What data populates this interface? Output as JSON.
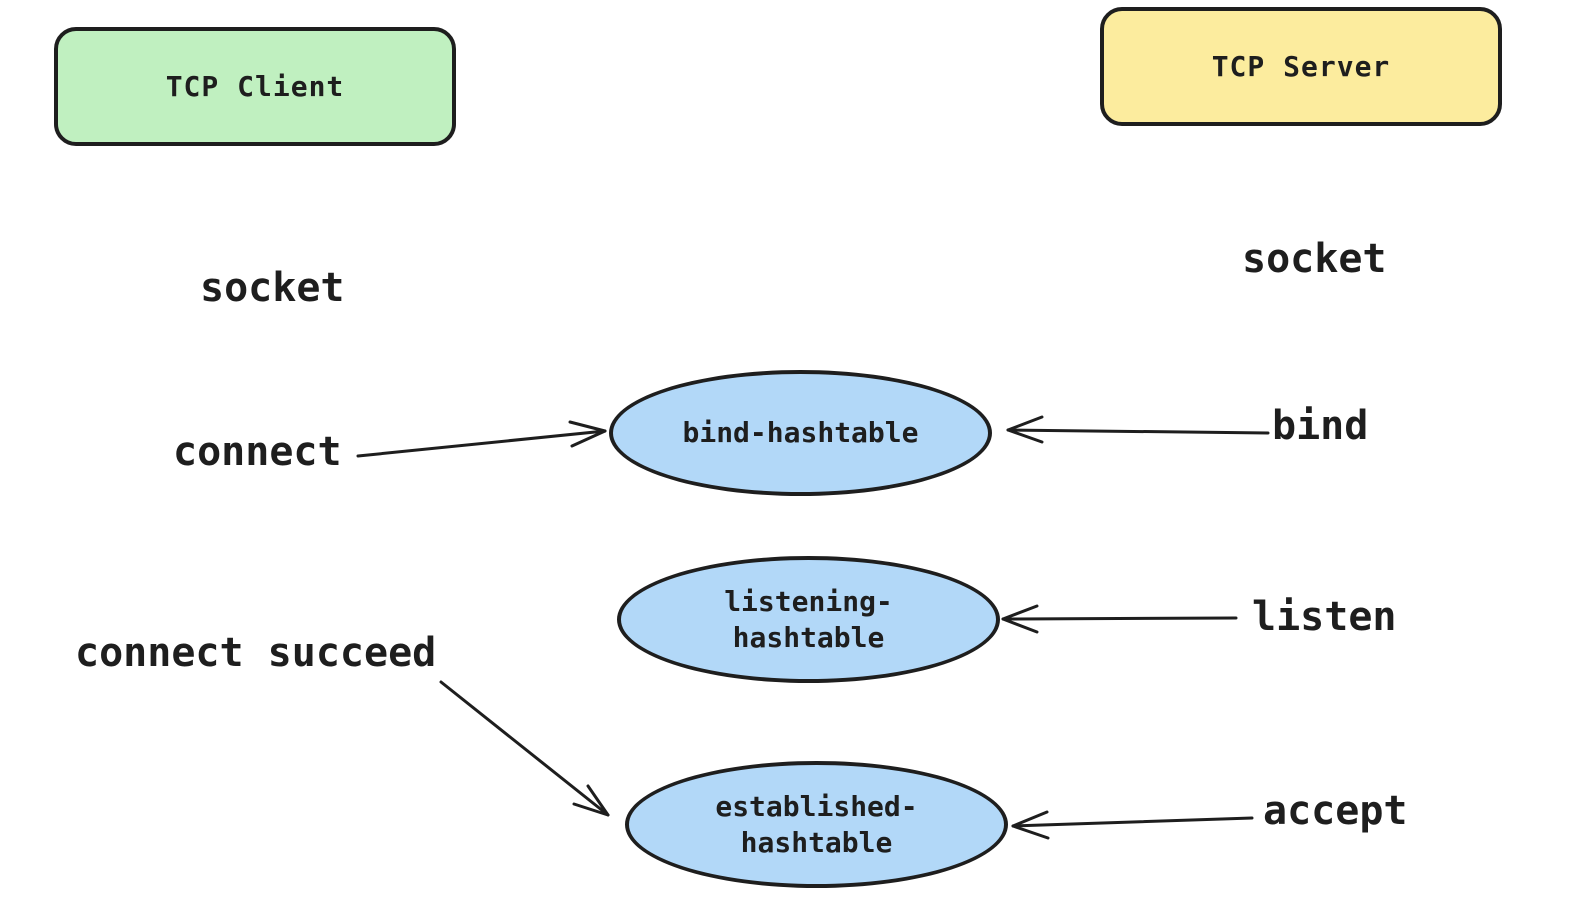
{
  "colors": {
    "client_fill": "#c0f0c0",
    "server_fill": "#fcec9e",
    "hashtable_fill": "#b2d8f8",
    "stroke": "#1e1e1e"
  },
  "client": {
    "title": "TCP Client"
  },
  "server": {
    "title": "TCP Server"
  },
  "client_steps": {
    "socket": "socket",
    "connect": "connect",
    "connect_succeed": "connect succeed"
  },
  "server_steps": {
    "socket": "socket",
    "bind": "bind",
    "listen": "listen",
    "accept": "accept"
  },
  "hashtables": {
    "bind": "bind-hashtable",
    "listening_line1": "listening-",
    "listening_line2": "hashtable",
    "established_line1": "established-",
    "established_line2": "hashtable"
  },
  "edges": [
    {
      "from": "connect",
      "to": "bind-hashtable"
    },
    {
      "from": "bind",
      "to": "bind-hashtable"
    },
    {
      "from": "listen",
      "to": "listening-hashtable"
    },
    {
      "from": "connect succeed",
      "to": "established-hashtable"
    },
    {
      "from": "accept",
      "to": "established-hashtable"
    }
  ]
}
